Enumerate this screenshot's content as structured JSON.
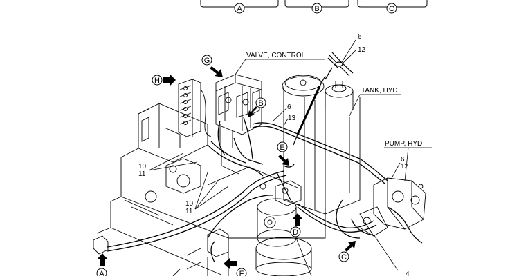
{
  "labels": {
    "valve_control": "VALVE, CONTROL",
    "tank_hyd": "TANK, HYD",
    "pump_hyd": "PUMP, HYD"
  },
  "callouts": {
    "top_a": "A",
    "top_b": "B",
    "top_c": "C",
    "g": "G",
    "h": "H",
    "b": "B",
    "e": "E",
    "d": "D",
    "c": "C",
    "a": "A",
    "f": "F"
  },
  "part_numbers": {
    "n6_top": "6",
    "n12_top": "12",
    "n6_mid": "6",
    "n13_mid": "13",
    "n6_pump": "6",
    "n12_pump": "12",
    "n10_left": "10",
    "n11_left": "11",
    "n10_low": "10",
    "n11_low": "11",
    "n4": "4"
  }
}
